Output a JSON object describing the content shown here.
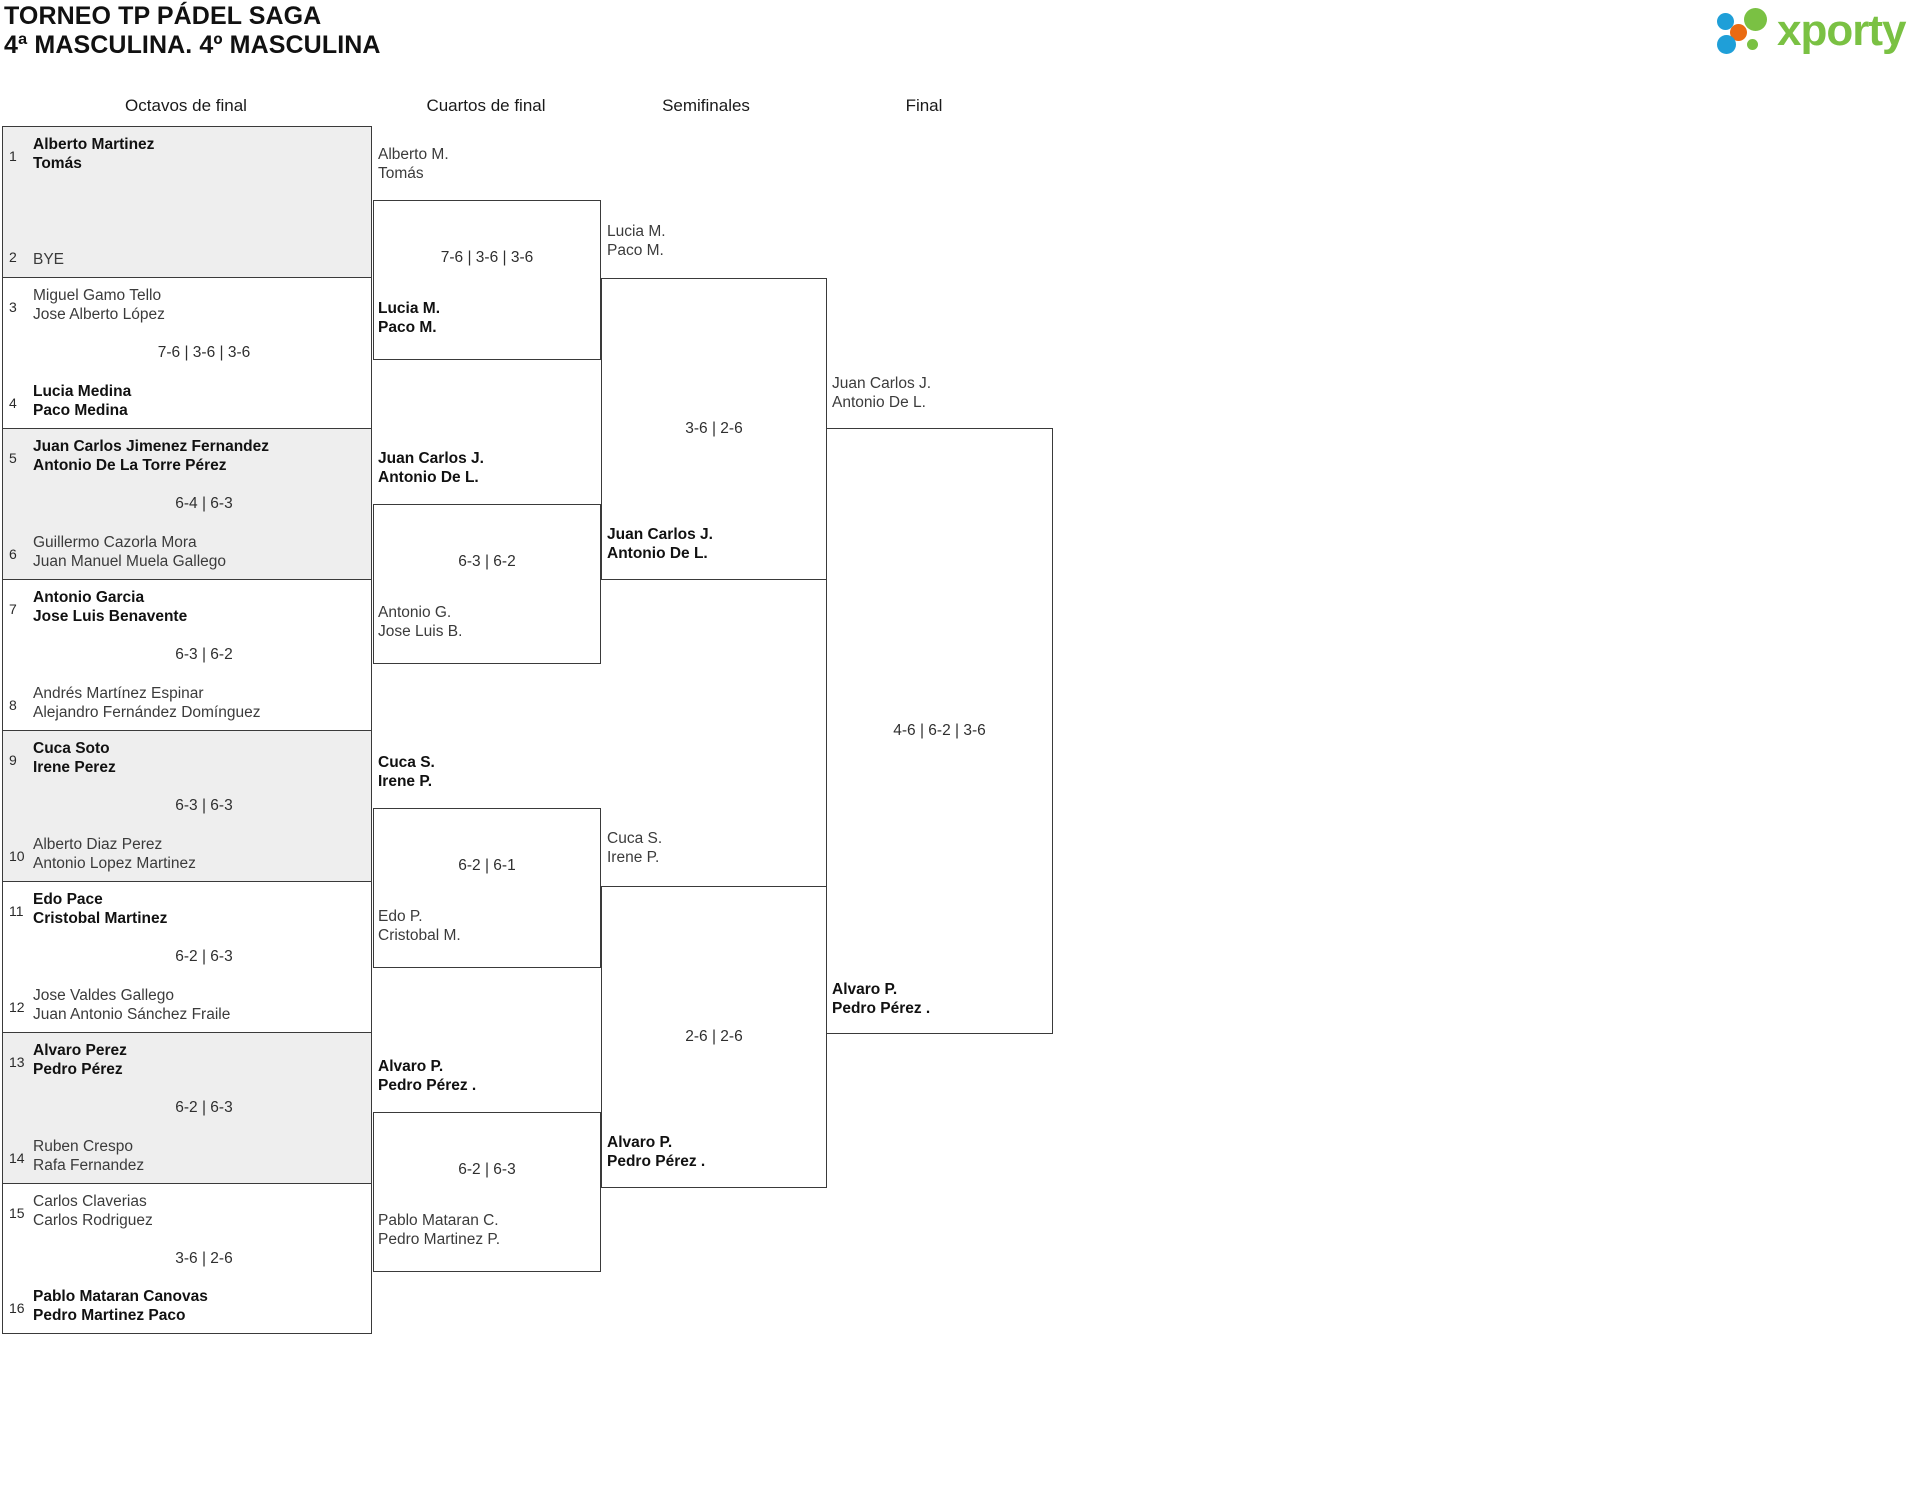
{
  "header": {
    "title_line1": "TORNEO TP PÁDEL SAGA",
    "title_line2": "4ª MASCULINA. 4º MASCULINA",
    "logo_text": "xporty",
    "logo_colors": {
      "green": "#7ac143",
      "blue": "#1f9fd8",
      "orange": "#ea6a13"
    }
  },
  "rounds": [
    {
      "label": "Octavos de final"
    },
    {
      "label": "Cuartos de final"
    },
    {
      "label": "Semifinales"
    },
    {
      "label": "Final"
    }
  ],
  "round1": {
    "matches": [
      {
        "shaded": true,
        "top": {
          "seed": "1",
          "p1": "Alberto Martinez",
          "p2": "Tomás",
          "winner": true
        },
        "bottom": {
          "seed": "2",
          "bye": "BYE",
          "winner": false
        },
        "score": ""
      },
      {
        "shaded": false,
        "top": {
          "seed": "3",
          "p1": "Miguel Gamo Tello",
          "p2": "Jose Alberto López",
          "winner": false
        },
        "bottom": {
          "seed": "4",
          "p1": "Lucia Medina",
          "p2": "Paco Medina",
          "winner": true
        },
        "score": "7-6 | 3-6 | 3-6"
      },
      {
        "shaded": true,
        "top": {
          "seed": "5",
          "p1": "Juan Carlos Jimenez Fernandez",
          "p2": "Antonio De La Torre Pérez",
          "winner": true
        },
        "bottom": {
          "seed": "6",
          "p1": "Guillermo Cazorla Mora",
          "p2": "Juan Manuel Muela Gallego",
          "winner": false
        },
        "score": "6-4 | 6-3"
      },
      {
        "shaded": false,
        "top": {
          "seed": "7",
          "p1": "Antonio Garcia",
          "p2": "Jose Luis Benavente",
          "winner": true
        },
        "bottom": {
          "seed": "8",
          "p1": "Andrés Martínez Espinar",
          "p2": "Alejandro Fernández Domínguez",
          "winner": false
        },
        "score": "6-3 | 6-2"
      },
      {
        "shaded": true,
        "top": {
          "seed": "9",
          "p1": "Cuca Soto",
          "p2": "Irene Perez",
          "winner": true
        },
        "bottom": {
          "seed": "10",
          "p1": "Alberto Diaz Perez",
          "p2": "Antonio Lopez Martinez",
          "winner": false
        },
        "score": "6-3 | 6-3"
      },
      {
        "shaded": false,
        "top": {
          "seed": "11",
          "p1": "Edo Pace",
          "p2": "Cristobal Martinez",
          "winner": true
        },
        "bottom": {
          "seed": "12",
          "p1": "Jose Valdes Gallego",
          "p2": "Juan Antonio Sánchez Fraile",
          "winner": false
        },
        "score": "6-2 | 6-3"
      },
      {
        "shaded": true,
        "top": {
          "seed": "13",
          "p1": "Alvaro Perez",
          "p2": "Pedro Pérez",
          "winner": true
        },
        "bottom": {
          "seed": "14",
          "p1": "Ruben Crespo",
          "p2": "Rafa Fernandez",
          "winner": false
        },
        "score": "6-2 | 6-3"
      },
      {
        "shaded": false,
        "top": {
          "seed": "15",
          "p1": "Carlos Claverias",
          "p2": "Carlos Rodriguez",
          "winner": false
        },
        "bottom": {
          "seed": "16",
          "p1": "Pablo Mataran Canovas",
          "p2": "Pedro Martinez Paco",
          "winner": true
        },
        "score": "3-6 | 2-6"
      }
    ]
  },
  "round2": {
    "matches": [
      {
        "top": {
          "p1": "Alberto M.",
          "p2": "Tomás",
          "winner": false
        },
        "bottom": {
          "p1": "Lucia M.",
          "p2": "Paco M.",
          "winner": true
        },
        "score": "7-6 | 3-6 | 3-6"
      },
      {
        "top": {
          "p1": "Juan Carlos J.",
          "p2": "Antonio De L.",
          "winner": true
        },
        "bottom": {
          "p1": "Antonio G.",
          "p2": "Jose Luis B.",
          "winner": false
        },
        "score": "6-3 | 6-2"
      },
      {
        "top": {
          "p1": "Cuca S.",
          "p2": "Irene P.",
          "winner": true
        },
        "bottom": {
          "p1": "Edo P.",
          "p2": "Cristobal M.",
          "winner": false
        },
        "score": "6-2 | 6-1"
      },
      {
        "top": {
          "p1": "Alvaro P.",
          "p2": "Pedro Pérez .",
          "winner": true
        },
        "bottom": {
          "p1": "Pablo Mataran C.",
          "p2": "Pedro Martinez P.",
          "winner": false
        },
        "score": "6-2 | 6-3"
      }
    ]
  },
  "round3": {
    "matches": [
      {
        "top": {
          "p1": "Lucia M.",
          "p2": "Paco M.",
          "winner": false
        },
        "bottom": {
          "p1": "Juan Carlos J.",
          "p2": "Antonio De L.",
          "winner": true
        },
        "score": "3-6 | 2-6"
      },
      {
        "top": {
          "p1": "Cuca S.",
          "p2": "Irene P.",
          "winner": false
        },
        "bottom": {
          "p1": "Alvaro P.",
          "p2": "Pedro Pérez .",
          "winner": true
        },
        "score": "2-6 | 2-6"
      }
    ]
  },
  "round4": {
    "matches": [
      {
        "top": {
          "p1": "Juan Carlos J.",
          "p2": "Antonio De L.",
          "winner": false
        },
        "bottom": {
          "p1": "Alvaro P.",
          "p2": "Pedro Pérez .",
          "winner": true
        },
        "score": "4-6 | 6-2 | 3-6"
      }
    ]
  }
}
